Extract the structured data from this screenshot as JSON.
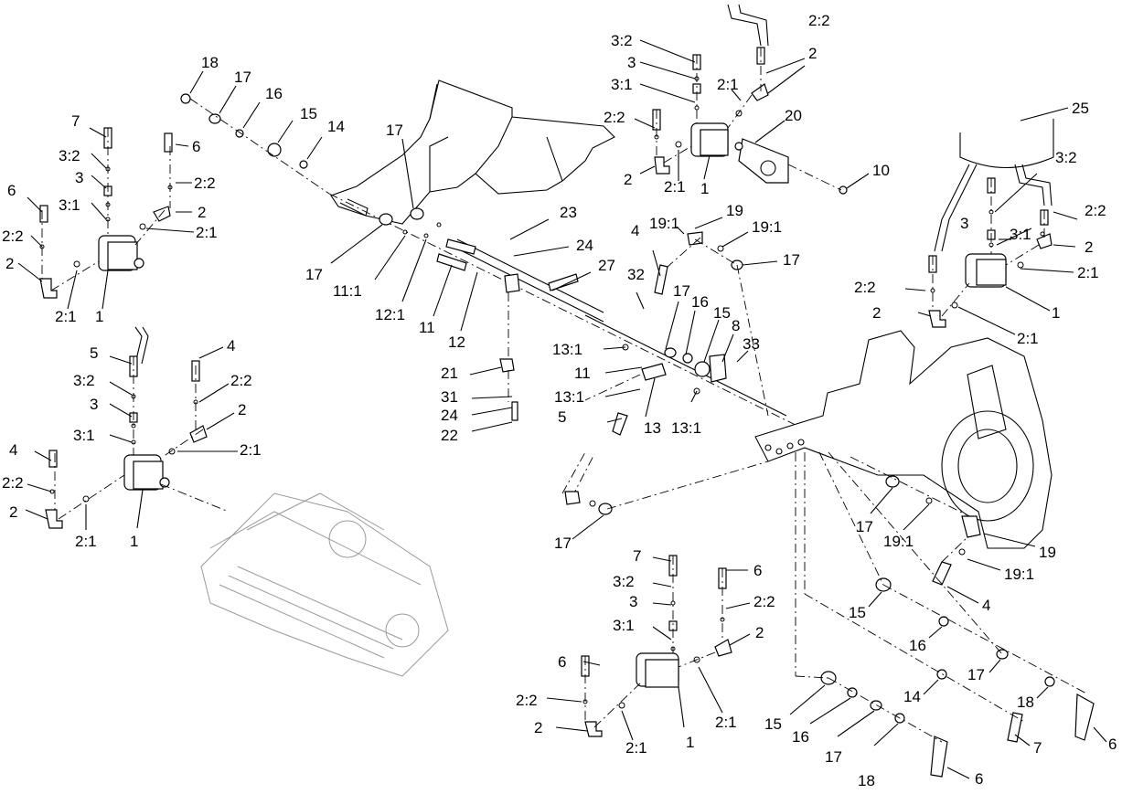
{
  "labels": {
    "a1": "18",
    "a2": "17",
    "a3": "16",
    "a4": "15",
    "a5": "14",
    "a6": "17",
    "a7": "17",
    "a8": "11:1",
    "a9": "12:1",
    "a10": "11",
    "a11": "12",
    "b1": "7",
    "b2": "3:2",
    "b3": "3",
    "b4": "3:1",
    "b5": "6",
    "b6": "2:2",
    "b7": "2",
    "b8": "2:1",
    "b9": "6",
    "b10": "2:2",
    "b11": "2",
    "b12": "2:1",
    "b13": "1",
    "c1": "5",
    "c2": "3:2",
    "c3": "3",
    "c4": "3:1",
    "c5": "4",
    "c6": "2:2",
    "c7": "2",
    "c8": "2:1",
    "c9": "4",
    "c10": "2:2",
    "c11": "2",
    "c12": "2:1",
    "c13": "1",
    "d1": "3:2",
    "d2": "3",
    "d3": "3:1",
    "d4": "2:2",
    "d5": "2",
    "d6": "2:1",
    "d7": "2:2",
    "d8": "2",
    "d9": "2:1",
    "d10": "1",
    "d11": "20",
    "d12": "10",
    "e1": "25",
    "e2": "3:2",
    "e3": "3",
    "e4": "3:1",
    "e5": "2:2",
    "e6": "2",
    "e7": "2:1",
    "e8": "2:2",
    "e9": "2",
    "e10": "2:1",
    "e11": "1",
    "f1": "23",
    "f2": "24",
    "f3": "27",
    "f4": "21",
    "f5": "31",
    "f6": "24",
    "f7": "22",
    "f8": "4",
    "f9": "19:1",
    "f10": "19",
    "f11": "19:1",
    "f12": "17",
    "f13": "32",
    "f14": "17",
    "f15": "16",
    "f16": "15",
    "f17": "8",
    "f18": "33",
    "f19": "13:1",
    "f20": "11",
    "f21": "13:1",
    "f22": "5",
    "f23": "13",
    "f24": "13:1",
    "g1": "17",
    "g2": "17",
    "g3": "19:1",
    "g4": "19",
    "g5": "19:1",
    "g6": "4",
    "g7": "15",
    "g8": "16",
    "g9": "17",
    "g10": "14",
    "g11": "18",
    "g12": "6",
    "g13": "15",
    "g14": "16",
    "g15": "17",
    "g16": "18",
    "g17": "6",
    "g18": "7",
    "h1": "7",
    "h2": "3:2",
    "h3": "3",
    "h4": "3:1",
    "h5": "6",
    "h6": "2:2",
    "h7": "2",
    "h8": "6",
    "h9": "2:2",
    "h10": "2",
    "h11": "2:1",
    "h12": "1",
    "h13": "2:1"
  }
}
